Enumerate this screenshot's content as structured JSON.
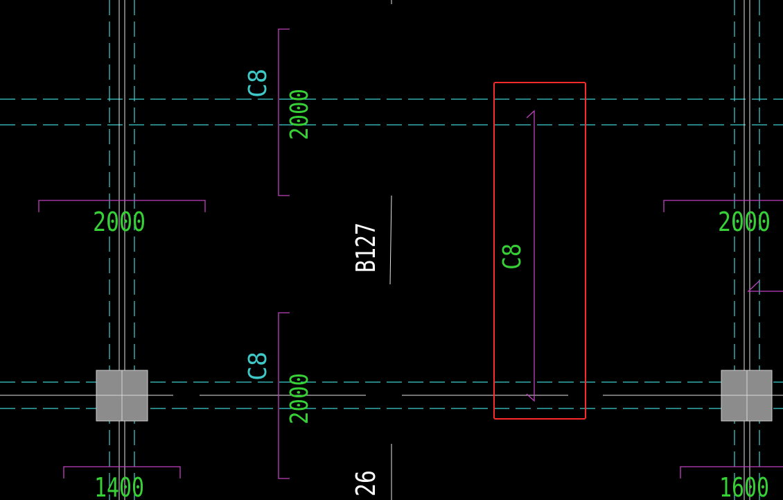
{
  "colors": {
    "background": "#000000",
    "grid_dashed": "#3fd1d1",
    "grid_solid": "#e6e6e6",
    "rebar": "#c040c0",
    "dimension_text": "#37d037",
    "label_cyan": "#3fc8c8",
    "label_white": "#ffffff",
    "column_fill": "#8c8c8c",
    "selection": "#ff2a2a"
  },
  "drawing": {
    "slab_label_main": "B127",
    "slab_label_bottom": "26",
    "rebar_top_vertical": {
      "grade_label": "C8",
      "length_label": "2000"
    },
    "rebar_bottom_vertical": {
      "grade_label": "C8",
      "length_label": "2000"
    },
    "rebar_left_horizontal": {
      "length_label": "2000"
    },
    "rebar_right_horizontal": {
      "length_label": "2000"
    },
    "rebar_bottom_left": {
      "length_label": "1400"
    },
    "rebar_bottom_right": {
      "length_label": "1600"
    },
    "selected_rebar": {
      "grade_label": "C8"
    }
  }
}
